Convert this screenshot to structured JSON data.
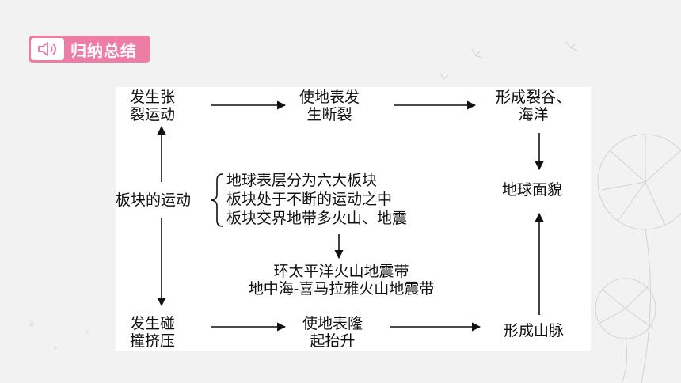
{
  "header": {
    "section_label": "归纳总结",
    "icon": "speaker-icon",
    "accent_color": "#ee7da6"
  },
  "diagram": {
    "top_row": {
      "start": [
        "发生张",
        "裂运动"
      ],
      "middle": [
        "使地表发",
        "生断裂"
      ],
      "end": [
        "形成裂谷、",
        "海洋"
      ]
    },
    "center": {
      "label": "板块的运动",
      "points": [
        "地球表层分为六大板块",
        "板块处于不断的运动之中",
        "板块交界地带多火山、地震"
      ],
      "belts": [
        "环太平洋火山地震带",
        "地中海-喜马拉雅火山地震带"
      ]
    },
    "result": "地球面貌",
    "bottom_row": {
      "start": [
        "发生碰",
        "撞挤压"
      ],
      "middle": [
        "使地表隆",
        "起抬升"
      ],
      "end": "形成山脉"
    }
  }
}
